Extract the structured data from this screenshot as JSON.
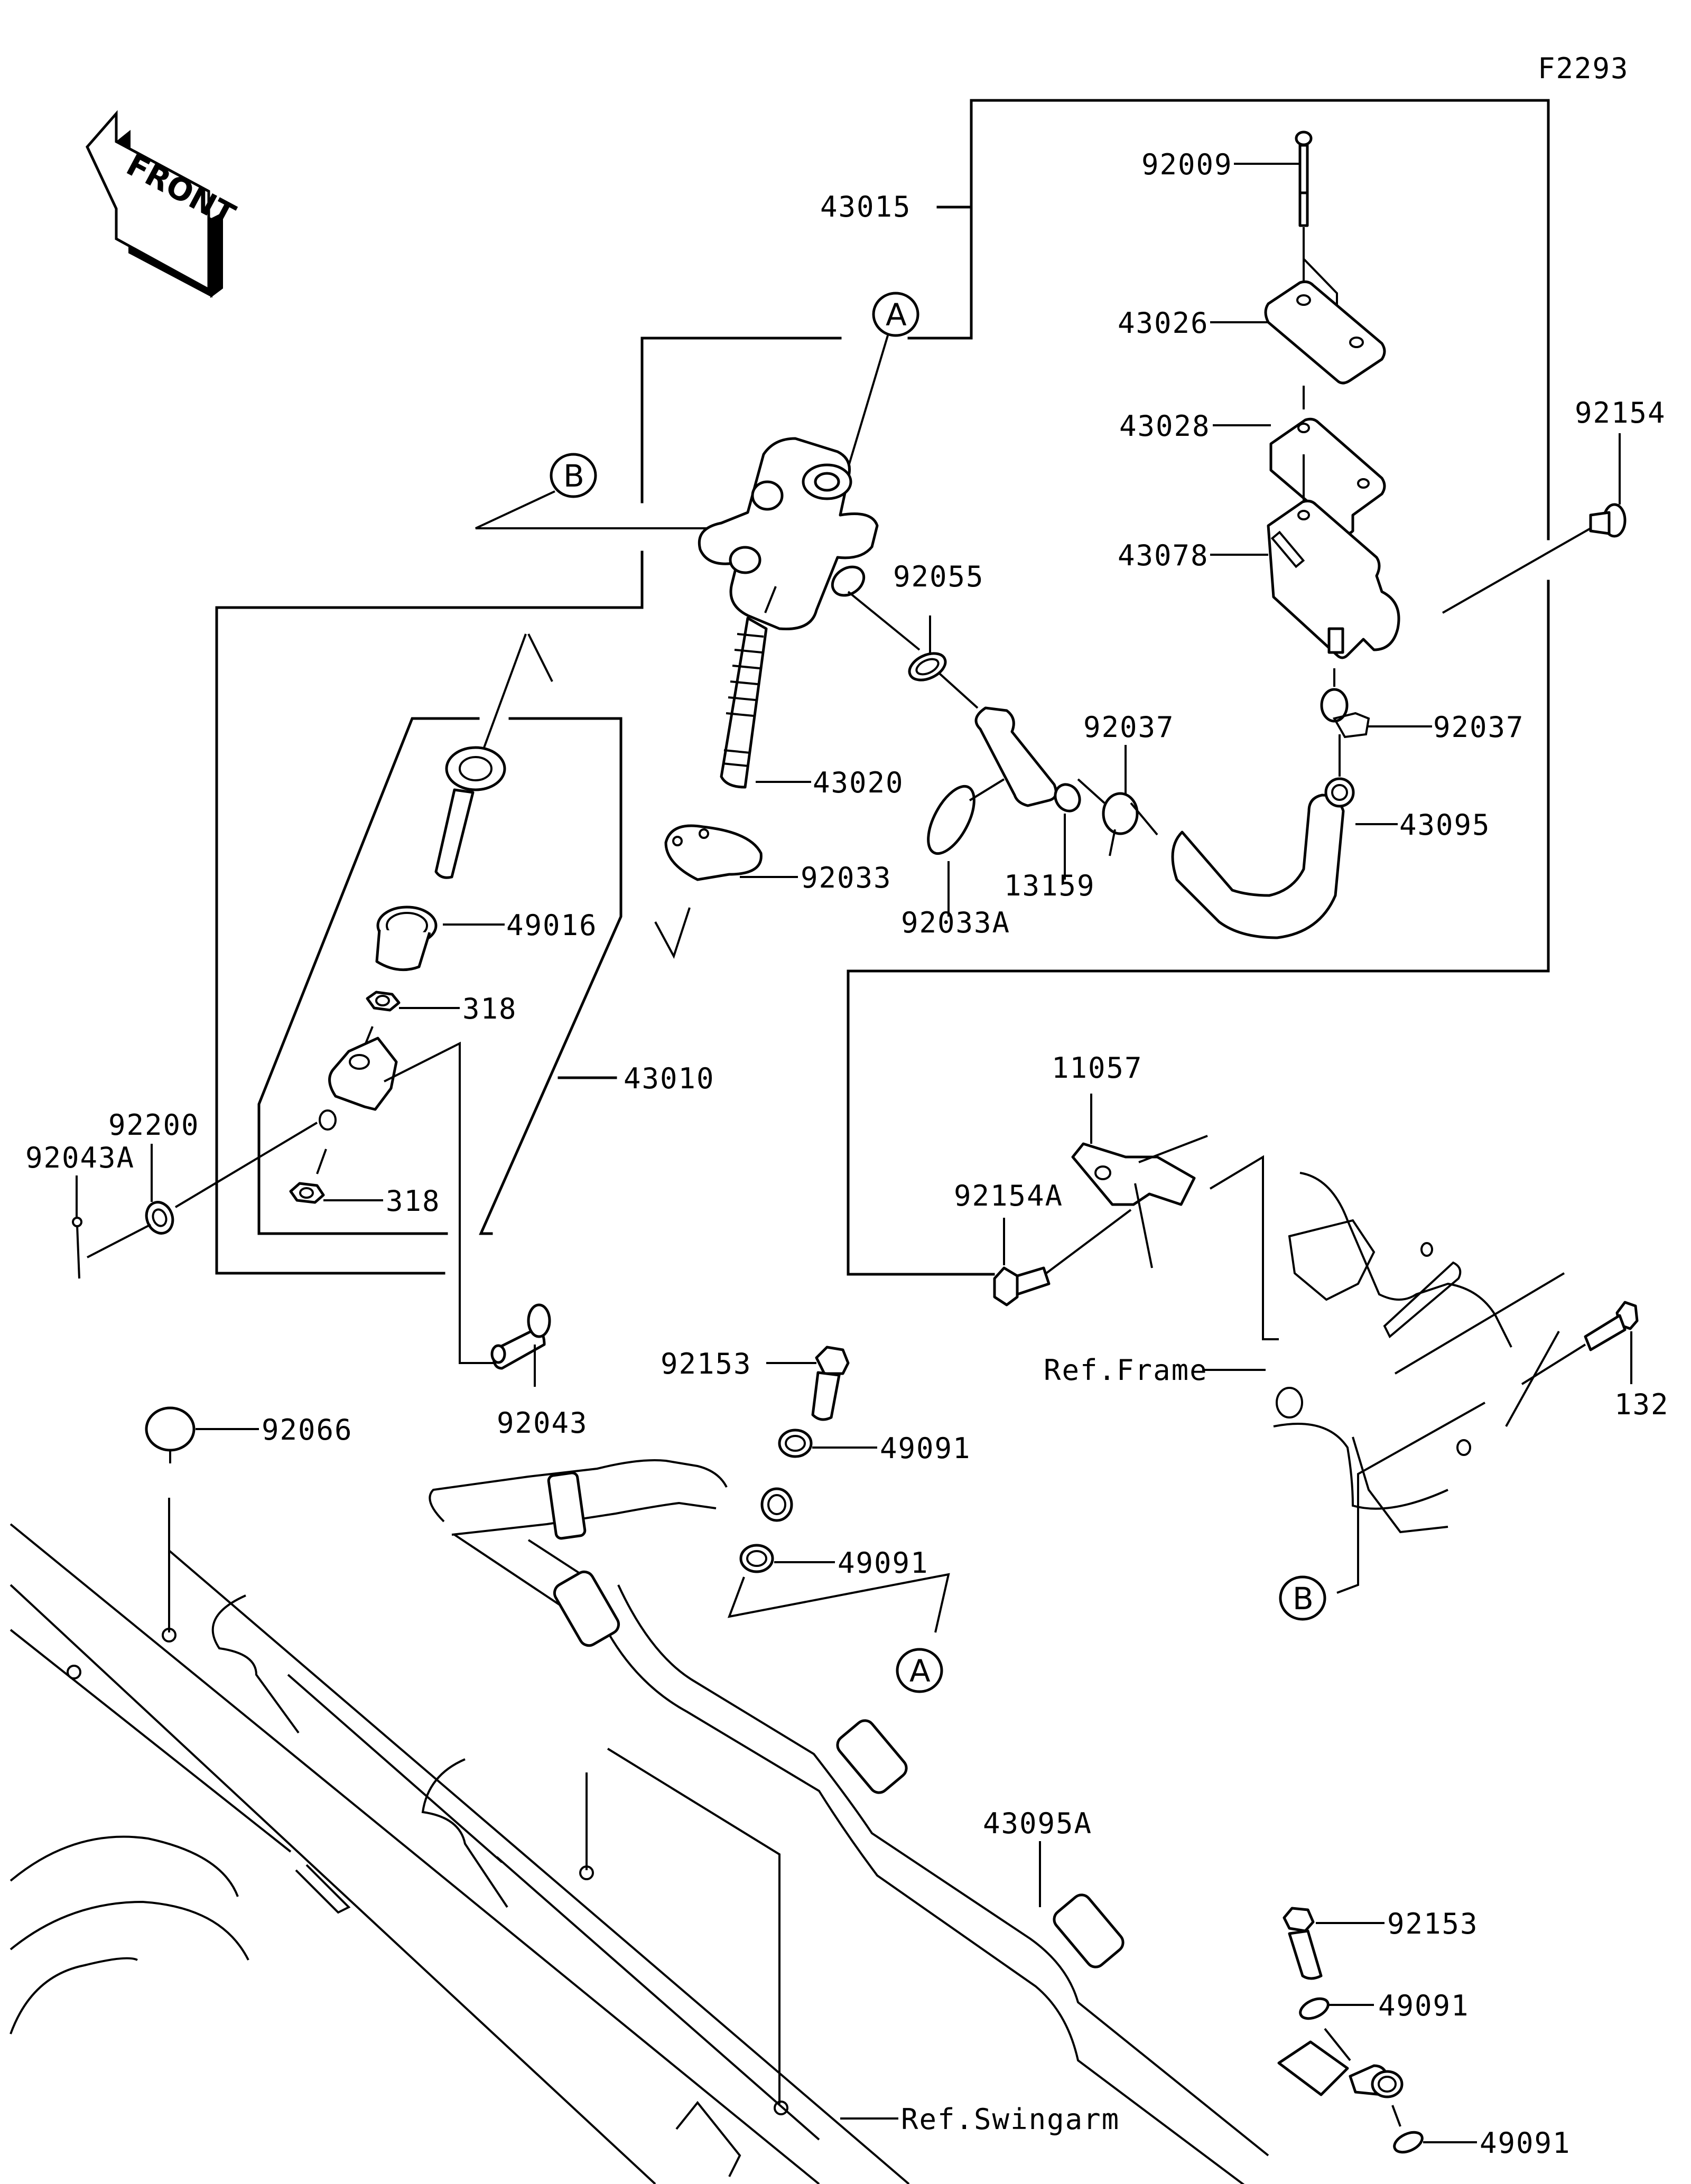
{
  "diagram": {
    "figure_id": "F2293",
    "front_indicator": "FRONT",
    "callouts": {
      "a": "A",
      "b": "B"
    },
    "references": {
      "frame": "Ref.Frame",
      "swingarm": "Ref.Swingarm"
    },
    "parts": {
      "p43015": "43015",
      "p92009": "92009",
      "p43026": "43026",
      "p43028": "43028",
      "p43078": "43078",
      "p92154": "92154",
      "p92055": "92055",
      "p92037_left": "92037",
      "p92037_right": "92037",
      "p43095": "43095",
      "p43020": "43020",
      "p92033": "92033",
      "p92033A": "92033A",
      "p13159": "13159",
      "p49016": "49016",
      "p318_top": "318",
      "p318_bottom": "318",
      "p43010": "43010",
      "p92200": "92200",
      "p92043A": "92043A",
      "p92043": "92043",
      "p11057": "11057",
      "p92154A": "92154A",
      "p132": "132",
      "p92153_top": "92153",
      "p49091_a": "49091",
      "p49091_b": "49091",
      "p92066": "92066",
      "p43095A": "43095A",
      "p92153_bottom": "92153",
      "p49091_c": "49091",
      "p49091_d": "49091"
    }
  }
}
